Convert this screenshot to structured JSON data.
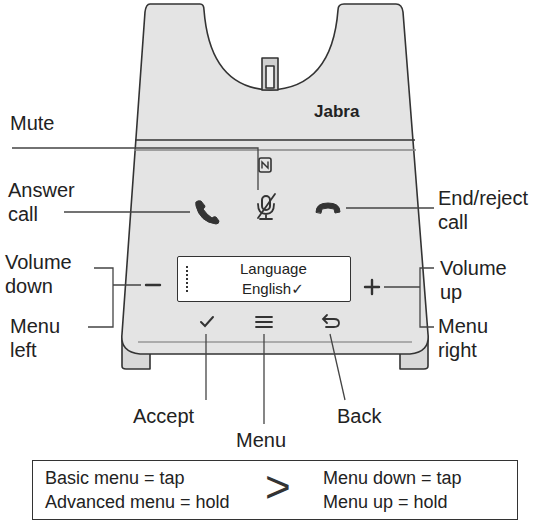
{
  "diagram": {
    "nodes": [
      {
        "text": [
          "Jabra"
        ]
      },
      {
        "text": [
          "Language",
          "English✓"
        ],
        "in": 0
      },
      {
        "text": [
          "Basic menu = tap",
          "Advanced menu = hold",
          ">",
          "Menu down = tap",
          "Menu up = hold"
        ]
      }
    ],
    "labels": [
      "Mute",
      "Answer call",
      "End/reject call",
      "Volume down",
      "Menu left",
      "Volume up",
      "Menu right",
      "Accept",
      "Menu",
      "Back"
    ]
  }
}
